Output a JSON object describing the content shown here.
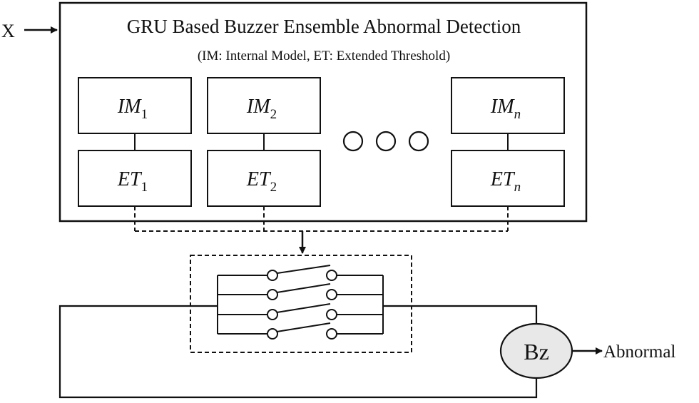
{
  "input_label": "X",
  "title": "GRU Based Buzzer Ensemble Abnormal Detection",
  "subtitle": "(IM: Internal Model, ET: Extended Threshold)",
  "modules": [
    {
      "im_base": "IM",
      "im_sub": "1",
      "et_base": "ET",
      "et_sub": "1"
    },
    {
      "im_base": "IM",
      "im_sub": "2",
      "et_base": "ET",
      "et_sub": "2"
    },
    {
      "im_base": "IM",
      "im_sub": "n",
      "et_base": "ET",
      "et_sub": "n"
    }
  ],
  "buzzer_label": "Bz",
  "output_label": "Abnormal",
  "colors": {
    "stroke": "#111111",
    "buzzer_fill": "#e8e8e8"
  }
}
